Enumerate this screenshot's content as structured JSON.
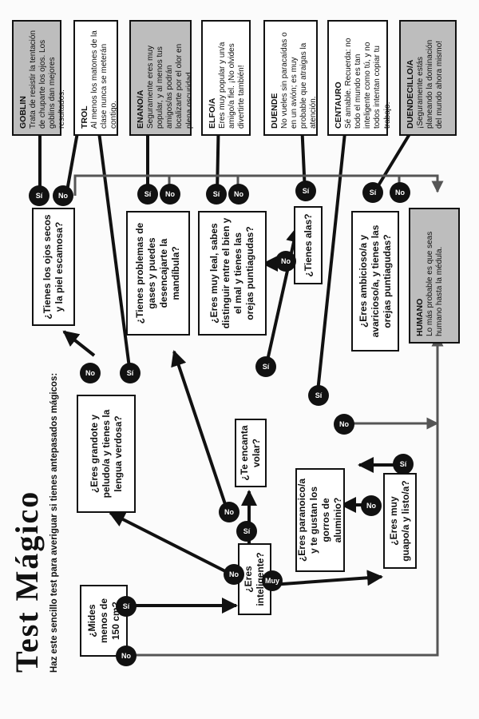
{
  "title": "Test Mágico",
  "subtitle": "Haz este sencillo test para averiguar si tienes antepasados mágicos:",
  "questions": {
    "q1": "¿Mides menos de 150 cm?",
    "q2": "¿Eres inteligente?",
    "q3": "¿Eres grandote y peludo/a y tienes la lengua verdosa?",
    "q4": "¿Tienes los ojos secos y la piel escamosa?",
    "q5": "¿Te encanta volar?",
    "q6": "¿Tienes problemas de gases y puedes desencajarte la mandíbula?",
    "q7": "¿Eres muy leal, sabes distinguir entre el bien y el mal y tienes las orejas puntiagudas?",
    "q8": "¿Tienes alas?",
    "q9": "¿Eres paranoico/a y te gustan los gorros de aluminio?",
    "q10": "¿Eres muy guapo/a y listo/a?",
    "q11": "¿Eres ambicioso/a y avaricioso/a, y tienes las orejas puntiagudas?"
  },
  "results": {
    "goblin": {
      "name": "GOBLIN",
      "text": "Trata de resistir la tentación de chuparte los ojos. Los goblins dan mejores resultados."
    },
    "trol": {
      "name": "TROL",
      "text": "Al menos los matones de la clase nunca se meterán contigo."
    },
    "enano": {
      "name": "ENANO/A",
      "text": "Seguramente eres muy popular, y al menos tus amigos/as podrán localizarte por el olor en plena oscuridad."
    },
    "elfo": {
      "name": "ELFO/A",
      "text": "Eres muy popular y un/a amigo/a fiel. ¡No olvides divertirte también!"
    },
    "duende": {
      "name": "DUENDE",
      "text": "No vueles sin paracaídas o en un avión; es muy probable que atraigas la atención."
    },
    "centauro": {
      "name": "CENTAURO",
      "text": "Sé amable. Recuerda: no todo el mundo es tan inteligente como tú, y no todos intentan copiar tu trabajo."
    },
    "duendecillo": {
      "name": "DUENDECILLO/A",
      "text": "¡Seguramente estás planeando la dominación del mundo ahora mismo!"
    },
    "humano": {
      "name": "HUMANO",
      "text": "Lo más probable es que seas humano hasta la médula."
    }
  },
  "badges": {
    "yes": "Sí",
    "no": "No",
    "muy": "Muy"
  }
}
